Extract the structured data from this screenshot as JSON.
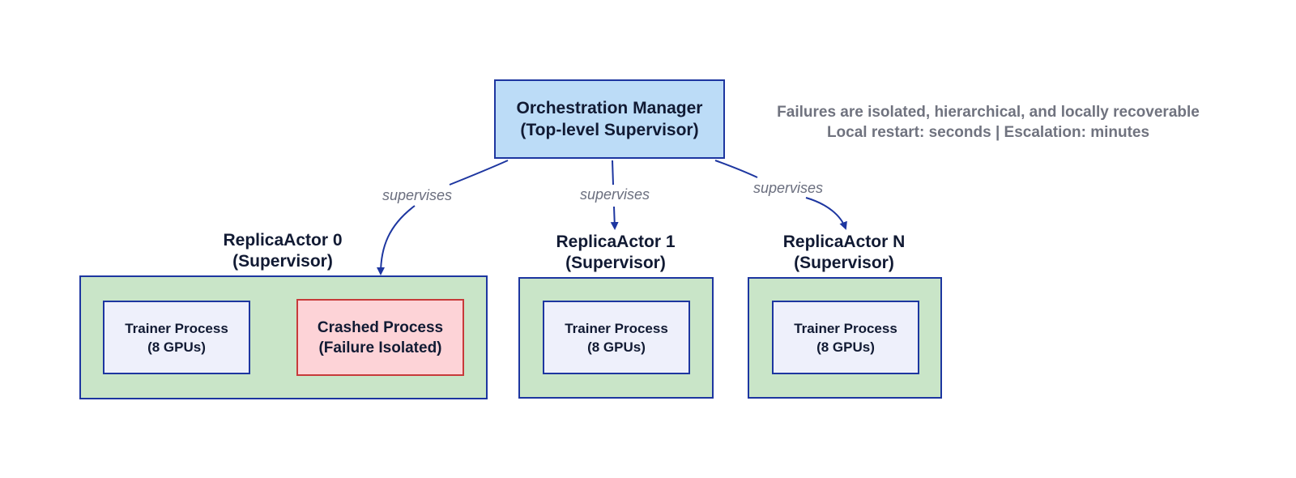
{
  "manager": {
    "line1": "Orchestration Manager",
    "line2": "(Top-level Supervisor)"
  },
  "note": {
    "line1": "Failures are isolated, hierarchical, and locally recoverable",
    "line2": "Local restart: seconds | Escalation: minutes"
  },
  "edges": [
    {
      "label": "supervises"
    },
    {
      "label": "supervises"
    },
    {
      "label": "supervises"
    }
  ],
  "replicas": [
    {
      "title_line1": "ReplicaActor 0",
      "title_line2": "(Supervisor)",
      "processes": [
        {
          "line1": "Trainer Process",
          "line2": "(8 GPUs)",
          "state": "normal"
        },
        {
          "line1": "Crashed Process",
          "line2": "(Failure Isolated)",
          "state": "crashed"
        }
      ]
    },
    {
      "title_line1": "ReplicaActor 1",
      "title_line2": "(Supervisor)",
      "processes": [
        {
          "line1": "Trainer Process",
          "line2": "(8 GPUs)",
          "state": "normal"
        }
      ]
    },
    {
      "title_line1": "ReplicaActor N",
      "title_line2": "(Supervisor)",
      "processes": [
        {
          "line1": "Trainer Process",
          "line2": "(8 GPUs)",
          "state": "normal"
        }
      ]
    }
  ],
  "colors": {
    "edge": "#1d36a0",
    "manager_fill": "#bcdcf7",
    "replica_fill": "#c9e5c8",
    "process_fill": "#eef0fb",
    "crashed_fill": "#fdd3d7",
    "crashed_border": "#c73a3a"
  }
}
